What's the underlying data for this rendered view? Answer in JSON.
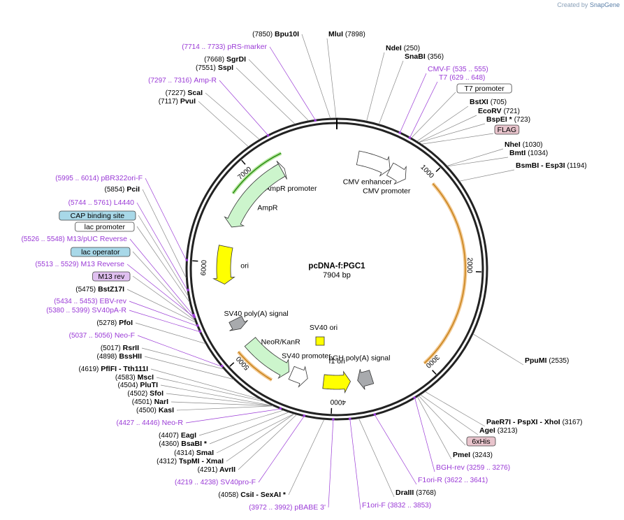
{
  "branding": {
    "created_by": "Created by",
    "app": "SnapGene"
  },
  "plasmid": {
    "name": "pcDNA-f:PGC1",
    "length_label": "7904 bp",
    "length": 7904
  },
  "ticks": [
    {
      "label": "1000",
      "pos": 1000
    },
    {
      "label": "2000",
      "pos": 2000
    },
    {
      "label": "3000",
      "pos": 3000
    },
    {
      "label": "4000",
      "pos": 4000
    },
    {
      "label": "5000",
      "pos": 5000
    },
    {
      "label": "6000",
      "pos": 6000
    },
    {
      "label": "7000",
      "pos": 7000
    }
  ],
  "features": [
    {
      "name": "CMV enhancer",
      "start": 236,
      "end": 615,
      "dir": 1,
      "fill": "#ffffff",
      "track": "in"
    },
    {
      "name": "CMV promoter",
      "start": 616,
      "end": 819,
      "dir": 1,
      "fill": "#ffffff",
      "track": "in"
    },
    {
      "name": "AmpR promoter",
      "start": 7200,
      "end": 7300,
      "dir": 1,
      "fill": "#ffffff",
      "track": "in"
    },
    {
      "name": "AmpR",
      "start": 6406,
      "end": 7266,
      "dir": -1,
      "fill": "#ccf5cc",
      "track": "in"
    },
    {
      "name": "ori",
      "start": 5760,
      "end": 6180,
      "dir": -1,
      "fill": "#ffff00",
      "track": "in"
    },
    {
      "name": "SV40 poly(A) signal",
      "start": 5230,
      "end": 5350,
      "dir": -1,
      "fill": "#a8aaad",
      "track": "in"
    },
    {
      "name": "NeoR/KanR",
      "start": 4500,
      "end": 5050,
      "dir": -1,
      "fill": "#ccf5cc",
      "track": "in"
    },
    {
      "name": "SV40 promoter",
      "start": 4280,
      "end": 4470,
      "dir": -1,
      "fill": "#ffffff",
      "track": "in"
    },
    {
      "name": "f1 ori",
      "start": 3800,
      "end": 4100,
      "dir": -1,
      "fill": "#ffff00",
      "track": "in"
    },
    {
      "name": "bGH poly(A) signal",
      "start": 3560,
      "end": 3720,
      "dir": 1,
      "fill": "#a8aaad",
      "track": "in"
    },
    {
      "name": "SV40 ori",
      "fill": "#ffff00",
      "track": "box"
    }
  ],
  "labels_right": [
    {
      "num": "(7898)",
      "name": "MluI",
      "kind": "site"
    },
    {
      "num": "(250)",
      "name": "NdeI",
      "kind": "site"
    },
    {
      "num": "(356)",
      "name": "SnaBI",
      "kind": "site"
    },
    {
      "name": "CMV-F",
      "num": "(535 .. 555)",
      "kind": "primer"
    },
    {
      "name": "T7",
      "num": "(629 .. 648)",
      "kind": "primer"
    },
    {
      "name": "T7 promoter",
      "kind": "box"
    },
    {
      "name": "BstXI",
      "num": "(705)",
      "kind": "site"
    },
    {
      "name": "EcoRV",
      "num": "(721)",
      "kind": "site"
    },
    {
      "name": "BspEI *",
      "num": "(723)",
      "kind": "site"
    },
    {
      "name": "FLAG",
      "kind": "pinkbox"
    },
    {
      "name": "NheI",
      "num": "(1030)",
      "kind": "site"
    },
    {
      "name": "BmtI",
      "num": "(1034)",
      "kind": "site"
    },
    {
      "name": "BsmBI",
      "name2": "Esp3I",
      "num": "(1194)",
      "kind": "site2"
    },
    {
      "name": "PpuMI",
      "num": "(2535)",
      "kind": "site"
    },
    {
      "name": "PaeR7I",
      "name2": "PspXI",
      "name3": "XhoI",
      "num": "(3167)",
      "kind": "site3"
    },
    {
      "name": "AgeI",
      "num": "(3213)",
      "kind": "site"
    },
    {
      "name": "6xHis",
      "kind": "pinkbox"
    },
    {
      "name": "PmeI",
      "num": "(3243)",
      "kind": "site"
    },
    {
      "name": "BGH-rev",
      "num": "(3259 .. 3276)",
      "kind": "primer"
    },
    {
      "name": "F1ori-R",
      "num": "(3622 .. 3641)",
      "kind": "primer"
    },
    {
      "name": "DraIII",
      "num": "(3768)",
      "kind": "site"
    },
    {
      "name": "F1ori-F",
      "num": "(3832 .. 3853)",
      "kind": "primer"
    }
  ],
  "labels_left": [
    {
      "num": "(7850)",
      "name": "Bpu10I",
      "kind": "site"
    },
    {
      "num": "(7714 .. 7733)",
      "name": "pRS-marker",
      "kind": "primer"
    },
    {
      "num": "(7668)",
      "name": "SgrDI",
      "kind": "site"
    },
    {
      "num": "(7551)",
      "name": "SspI",
      "kind": "site"
    },
    {
      "num": "(7297 .. 7316)",
      "name": "Amp-R",
      "kind": "primer"
    },
    {
      "num": "(7227)",
      "name": "ScaI",
      "kind": "site"
    },
    {
      "num": "(7117)",
      "name": "PvuI",
      "kind": "site"
    },
    {
      "num": "(5995 .. 6014)",
      "name": "pBR322ori-F",
      "kind": "primer"
    },
    {
      "num": "(5854)",
      "name": "PciI",
      "kind": "site"
    },
    {
      "num": "(5744 .. 5761)",
      "name": "L4440",
      "kind": "primer"
    },
    {
      "name": "CAP binding site",
      "kind": "bluebox"
    },
    {
      "name": "lac promoter",
      "kind": "box"
    },
    {
      "num": "(5526 .. 5548)",
      "name": "M13/pUC Reverse",
      "kind": "primer"
    },
    {
      "name": "lac operator",
      "kind": "bluebox"
    },
    {
      "num": "(5513 .. 5529)",
      "name": "M13 Reverse",
      "kind": "primer"
    },
    {
      "name": "M13 rev",
      "kind": "purplebox"
    },
    {
      "num": "(5475)",
      "name": "BstZ17I",
      "kind": "site"
    },
    {
      "num": "(5434 .. 5453)",
      "name": "EBV-rev",
      "kind": "primer"
    },
    {
      "num": "(5380 .. 5399)",
      "name": "SV40pA-R",
      "kind": "primer"
    },
    {
      "num": "(5278)",
      "name": "PfoI",
      "kind": "site"
    },
    {
      "num": "(5037 .. 5056)",
      "name": "Neo-F",
      "kind": "primer"
    },
    {
      "num": "(5017)",
      "name": "RsrII",
      "kind": "site"
    },
    {
      "num": "(4898)",
      "name": "BssHII",
      "kind": "site"
    },
    {
      "num": "(4619)",
      "name": "PflFI",
      "name2": "Tth111I",
      "kind": "site2"
    },
    {
      "num": "(4583)",
      "name": "MscI",
      "kind": "site"
    },
    {
      "num": "(4504)",
      "name": "PluTI",
      "kind": "site"
    },
    {
      "num": "(4502)",
      "name": "SfoI",
      "kind": "site"
    },
    {
      "num": "(4501)",
      "name": "NarI",
      "kind": "site"
    },
    {
      "num": "(4500)",
      "name": "KasI",
      "kind": "site"
    },
    {
      "num": "(4427 .. 4446)",
      "name": "Neo-R",
      "kind": "primer"
    },
    {
      "num": "(4407)",
      "name": "EagI",
      "kind": "site"
    },
    {
      "num": "(4360)",
      "name": "BsaBI *",
      "kind": "site"
    },
    {
      "num": "(4314)",
      "name": "SmaI",
      "kind": "site"
    },
    {
      "num": "(4312)",
      "name": "TspMI",
      "name2": "XmaI",
      "kind": "site2"
    },
    {
      "num": "(4291)",
      "name": "AvrII",
      "kind": "site"
    },
    {
      "num": "(4219 .. 4238)",
      "name": "SV40pro-F",
      "kind": "primer"
    },
    {
      "num": "(4058)",
      "name": "CsiI",
      "name2": "SexAI *",
      "kind": "site2"
    },
    {
      "num": "(3972 .. 3992)",
      "name": "pBABE 3'",
      "kind": "primer"
    }
  ]
}
